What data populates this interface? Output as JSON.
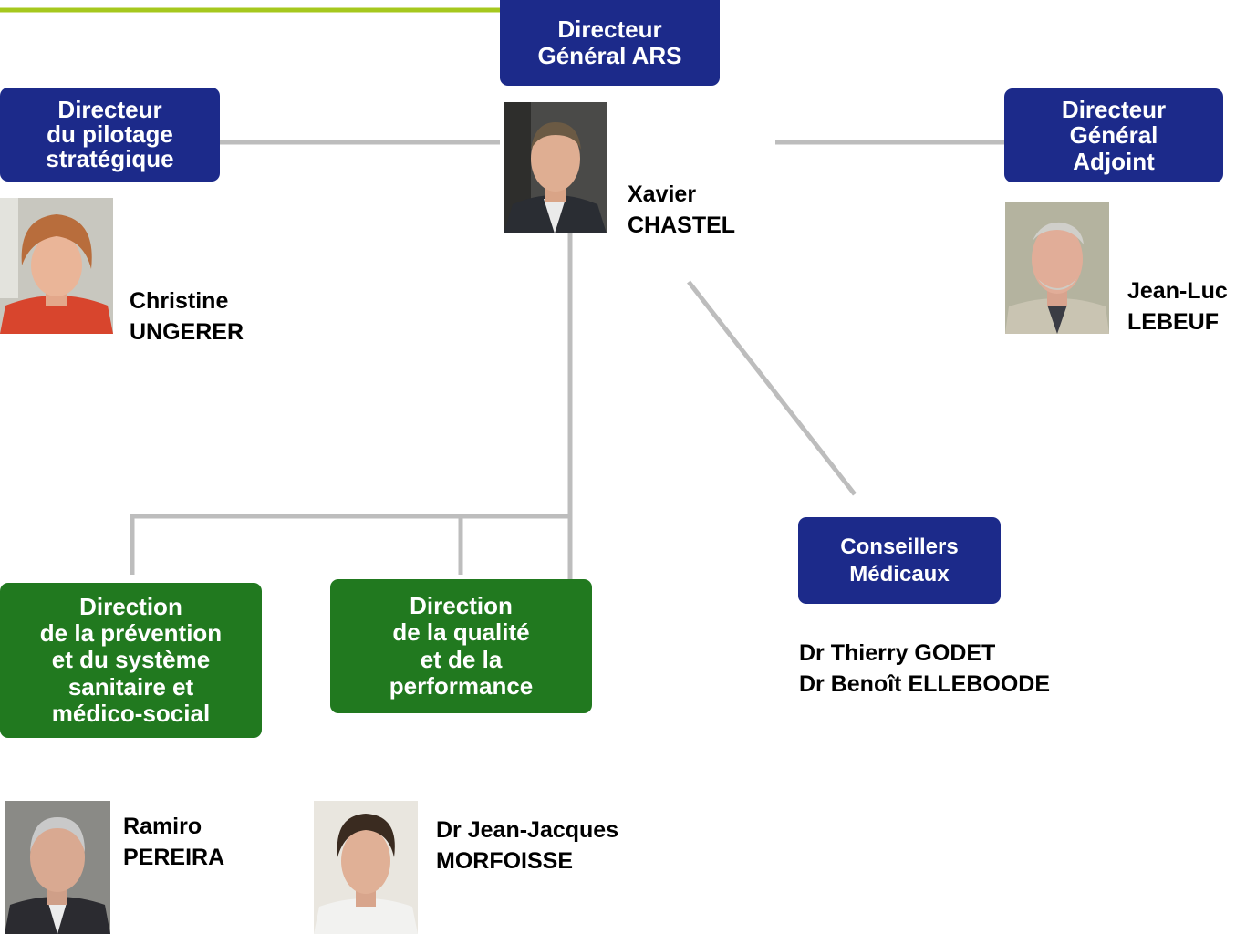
{
  "colors": {
    "accent_line": "#a6c81e",
    "connector": "#bdbdbd",
    "box_blue": "#1c2a8a",
    "box_green": "#21791f"
  },
  "director_general": {
    "title_line1": "Directeur",
    "title_line2": "Général ARS",
    "name_line1": "Xavier",
    "name_line2": "CHASTEL"
  },
  "strategic_director": {
    "title_line1": "Directeur",
    "title_line2": "du pilotage",
    "title_line3": "stratégique",
    "name_line1": "Christine",
    "name_line2": "UNGERER"
  },
  "deputy_director": {
    "title_line1": "Directeur",
    "title_line2": "Général",
    "title_line3": "Adjoint",
    "name_line1": "Jean-Luc",
    "name_line2": "LEBEUF"
  },
  "medical_advisors": {
    "title_line1": "Conseillers",
    "title_line2": "Médicaux",
    "name_line1": "Dr Thierry GODET",
    "name_line2": "Dr Benoît ELLEBOODE"
  },
  "prevention_direction": {
    "title_line1": "Direction",
    "title_line2": "de la prévention",
    "title_line3": "et du système",
    "title_line4": "sanitaire et",
    "title_line5": "médico-social",
    "name_line1": "Ramiro",
    "name_line2": "PEREIRA"
  },
  "quality_direction": {
    "title_line1": "Direction",
    "title_line2": "de la qualité",
    "title_line3": "et de la",
    "title_line4": "performance",
    "name_line1": "Dr Jean-Jacques",
    "name_line2": "MORFOISSE"
  }
}
